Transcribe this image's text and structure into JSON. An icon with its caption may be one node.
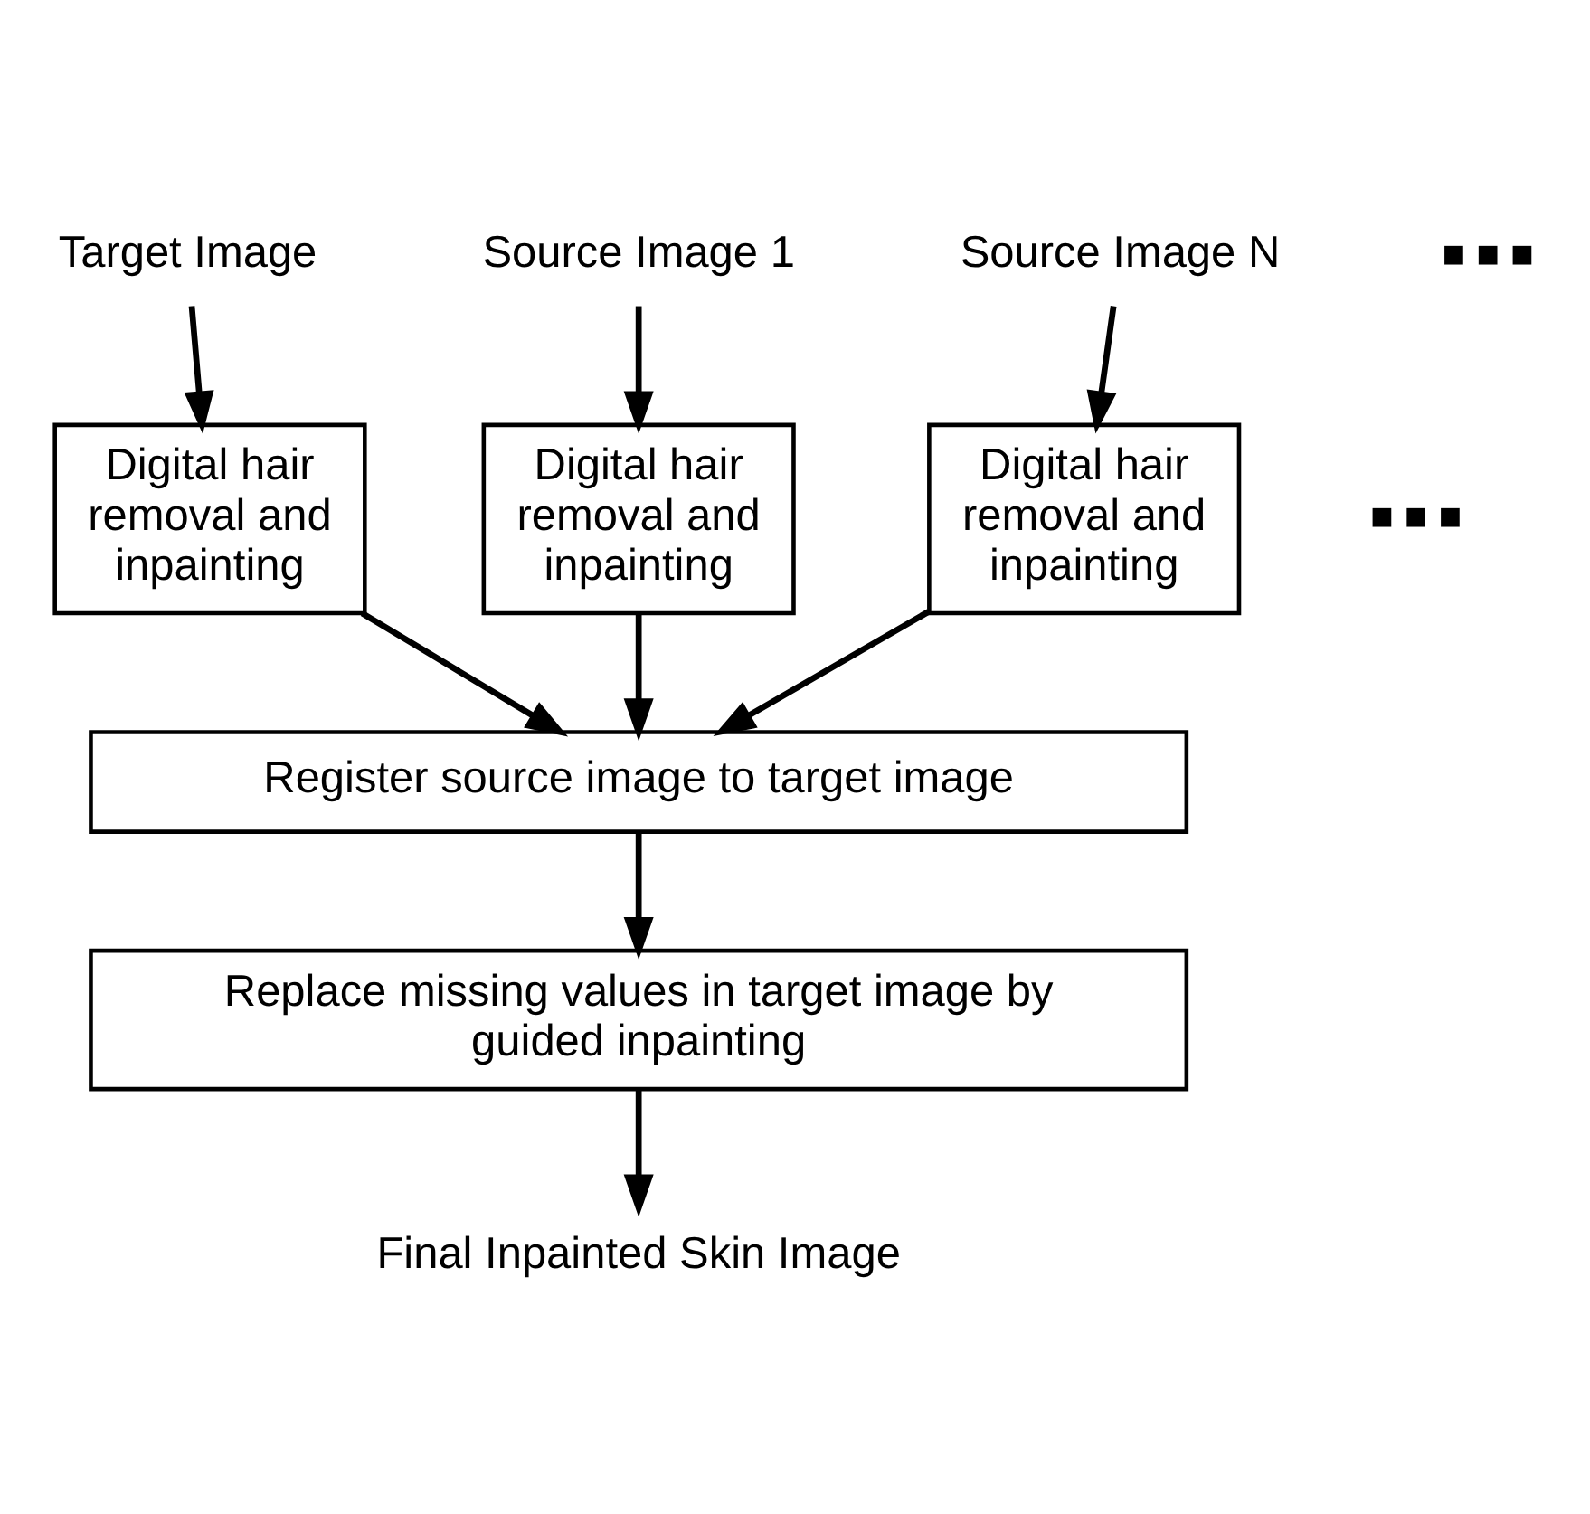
{
  "diagram": {
    "nodes": [
      {
        "text": [
          "Target Image"
        ]
      },
      {
        "text": [
          "Source Image 1"
        ]
      },
      {
        "text": [
          "Source Image N"
        ]
      },
      {
        "text": [
          "Digital hair removal and inpainting"
        ]
      },
      {
        "text": [
          "Digital hair removal and inpainting"
        ]
      },
      {
        "text": [
          "Digital hair removal and inpainting"
        ]
      },
      {
        "text": [
          "Register source image to target image"
        ]
      },
      {
        "text": [
          "Replace missing values in target image by guided inpainting"
        ]
      },
      {
        "text": [
          "Final Inpainted Skin Image"
        ]
      }
    ],
    "edges": [
      {
        "from": 0,
        "to": 3,
        "arrow": "to"
      },
      {
        "from": 1,
        "to": 4,
        "arrow": "to"
      },
      {
        "from": 2,
        "to": 5,
        "arrow": "to"
      },
      {
        "from": 3,
        "to": 6,
        "arrow": "to"
      },
      {
        "from": 4,
        "to": 6,
        "arrow": "to"
      },
      {
        "from": 5,
        "to": 6,
        "arrow": "to"
      },
      {
        "from": 6,
        "to": 7,
        "arrow": "to"
      },
      {
        "from": 7,
        "to": 8,
        "arrow": "to"
      }
    ],
    "labels": [
      "■ ■ ■",
      "■ ■ ■"
    ]
  }
}
